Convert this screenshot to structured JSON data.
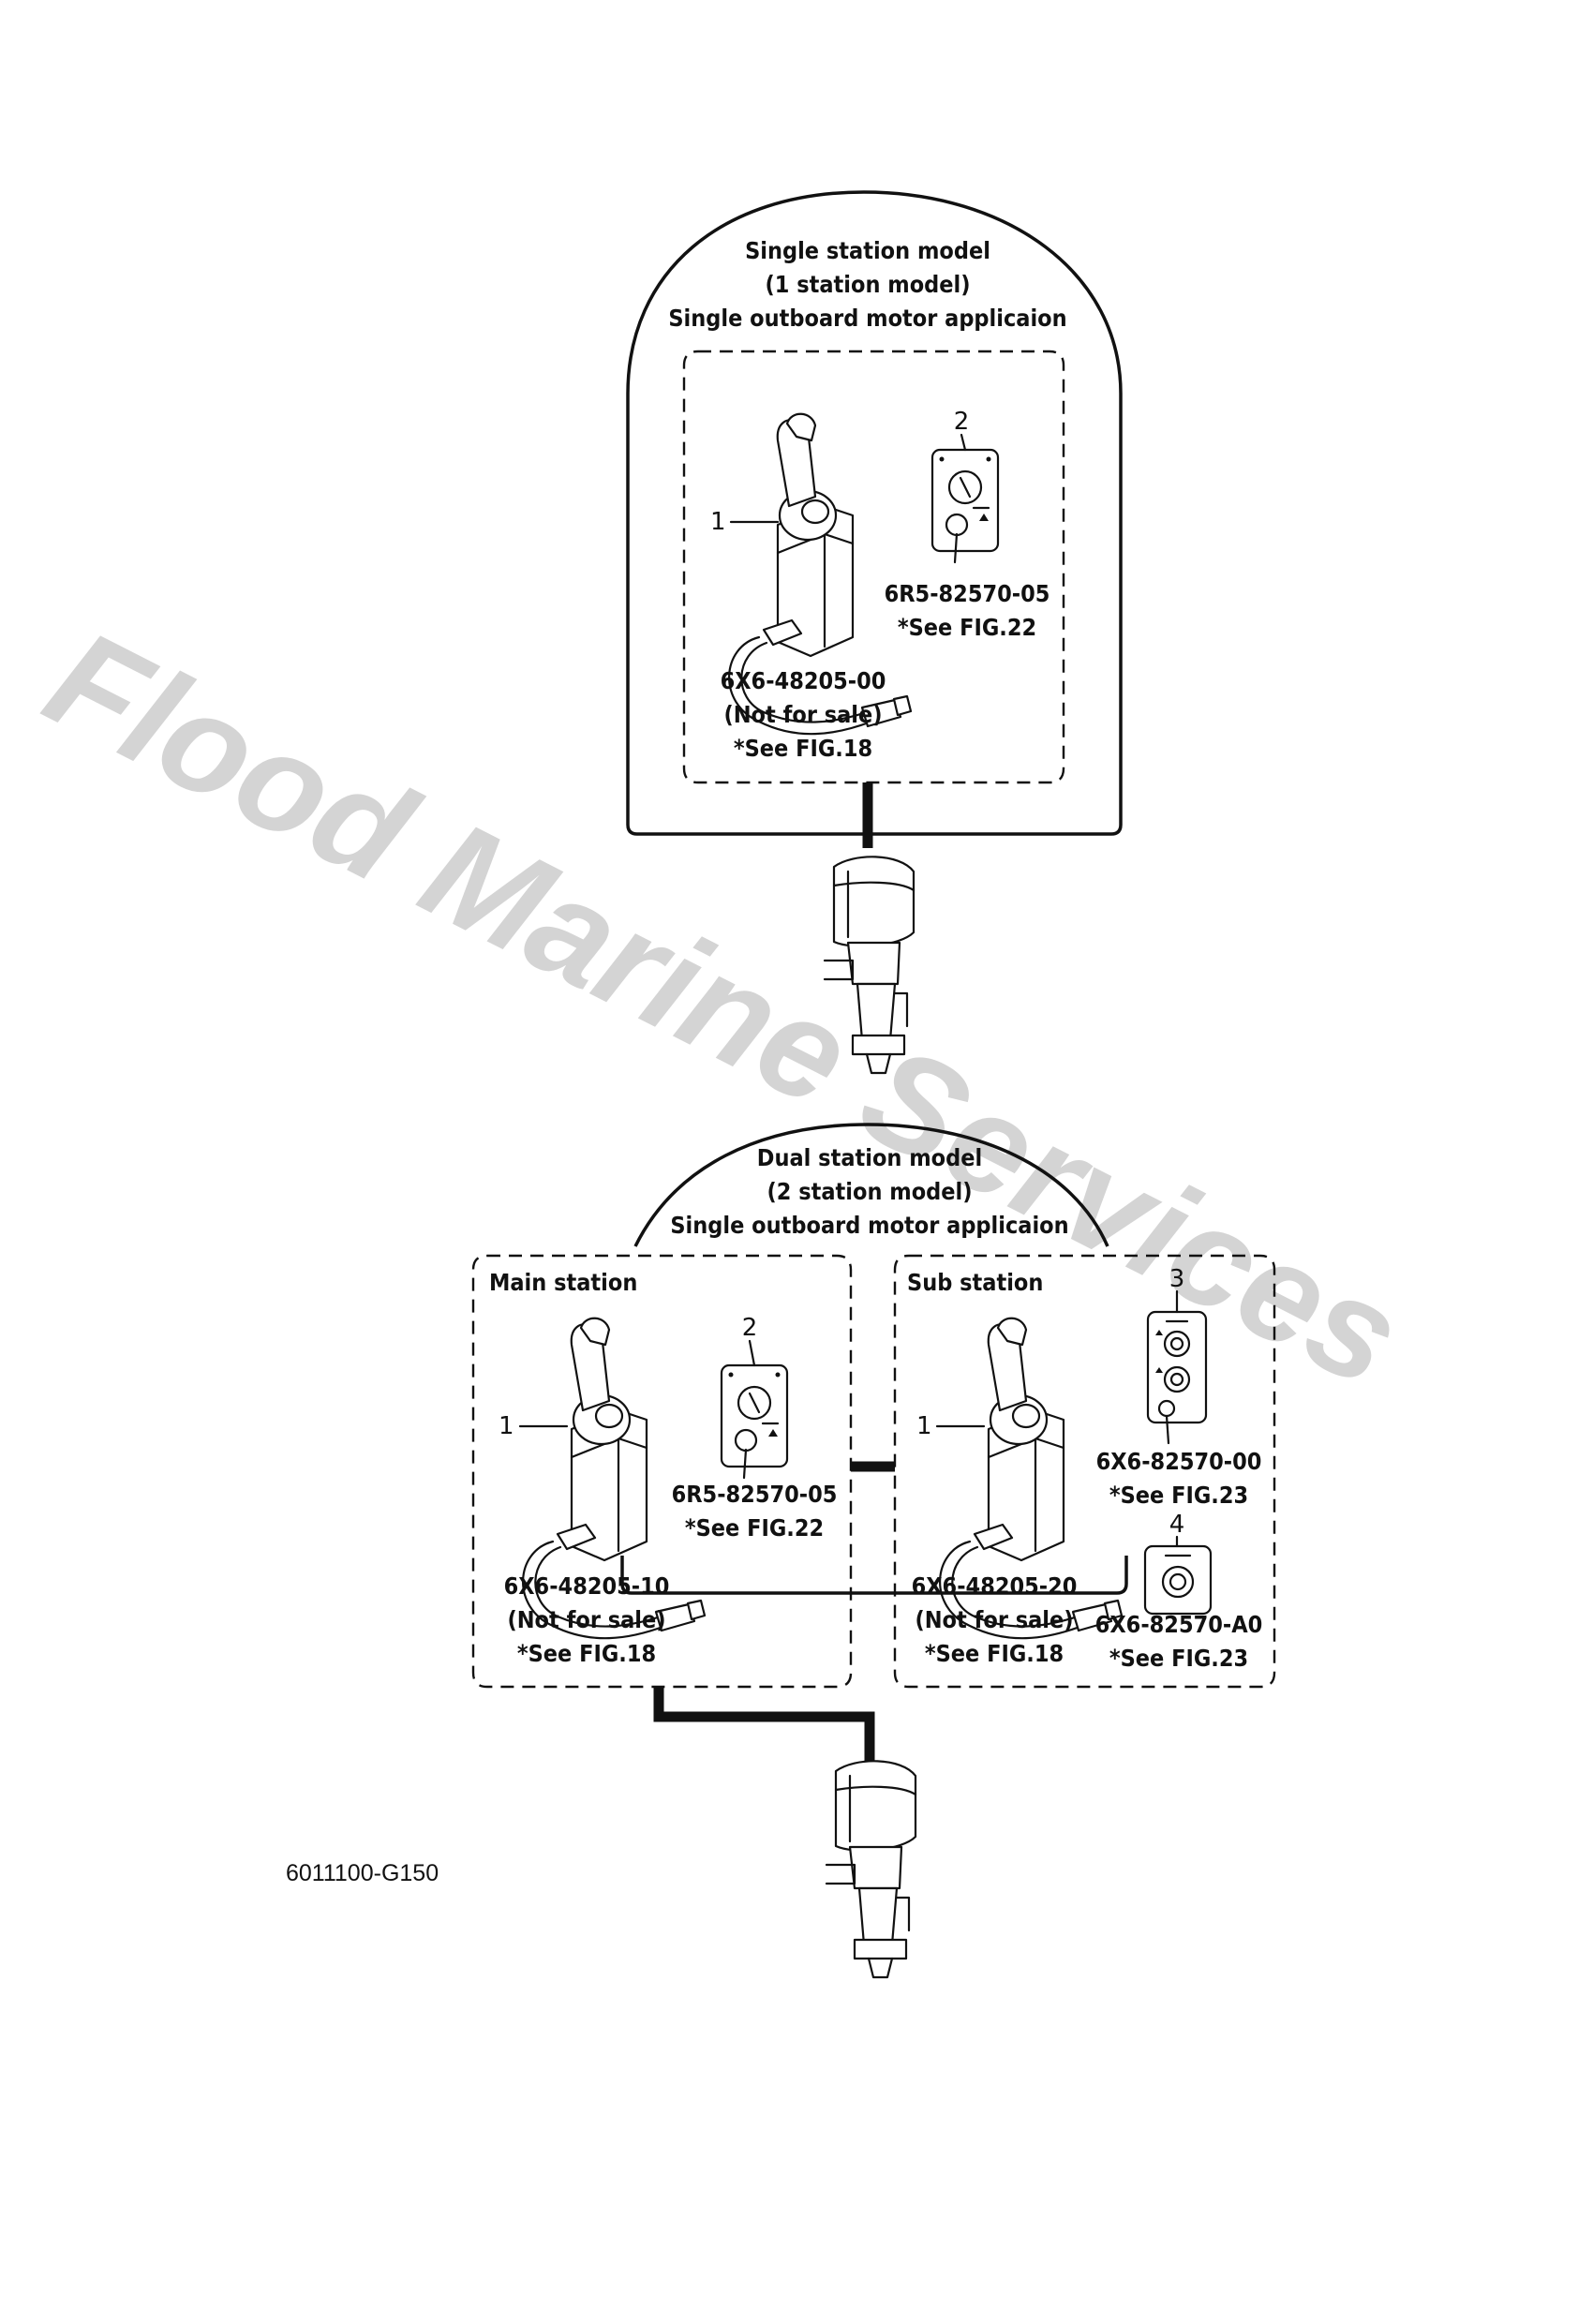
{
  "watermark": "Flood Marine Services",
  "figure_id": "6011100-G150",
  "single_station": {
    "title_lines": [
      "Single station model",
      "(1 station model)",
      "Single outboard motor applicaion"
    ],
    "items": [
      {
        "callout": "1",
        "part_no": "6X6-48205-00",
        "note": "(Not for sale)",
        "ref": "*See FIG.18"
      },
      {
        "callout": "2",
        "part_no": "6R5-82570-05",
        "ref": "*See FIG.22"
      }
    ]
  },
  "dual_station": {
    "title_lines": [
      "Dual station model",
      "(2 station model)",
      "Single outboard motor applicaion"
    ],
    "main_station": {
      "label": "Main station",
      "items": [
        {
          "callout": "1",
          "part_no": "6X6-48205-10",
          "note": "(Not for sale)",
          "ref": "*See FIG.18"
        },
        {
          "callout": "2",
          "part_no": "6R5-82570-05",
          "ref": "*See FIG.22"
        }
      ]
    },
    "sub_station": {
      "label": "Sub station",
      "items": [
        {
          "callout": "1",
          "part_no": "6X6-48205-20",
          "note": "(Not for sale)",
          "ref": "*See FIG.18"
        },
        {
          "callout": "3",
          "part_no": "6X6-82570-00",
          "ref": "*See FIG.23"
        },
        {
          "callout": "4",
          "part_no": "6X6-82570-A0",
          "ref": "*See FIG.23"
        }
      ]
    }
  },
  "icons": [
    "remote-control-box-icon",
    "key-switch-panel-icon",
    "dual-switch-panel-icon",
    "stop-switch-panel-icon",
    "outboard-motor-icon"
  ]
}
